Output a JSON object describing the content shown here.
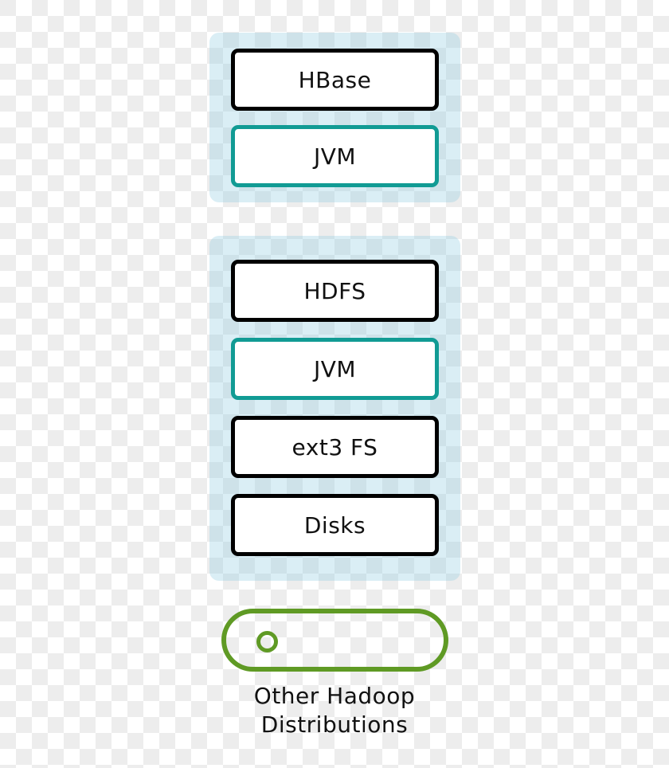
{
  "diagram": {
    "groups": [
      {
        "name": "hbase-stack",
        "layers": [
          {
            "label": "HBase",
            "style": "black"
          },
          {
            "label": "JVM",
            "style": "teal"
          }
        ]
      },
      {
        "name": "hdfs-stack",
        "layers": [
          {
            "label": "HDFS",
            "style": "black"
          },
          {
            "label": "JVM",
            "style": "teal"
          },
          {
            "label": "ext3 FS",
            "style": "black"
          },
          {
            "label": "Disks",
            "style": "black"
          }
        ]
      }
    ],
    "server_icon": "server-pill-icon",
    "caption_line1": "Other Hadoop",
    "caption_line2": "Distributions"
  },
  "colors": {
    "black_border": "#000000",
    "teal_border": "#119b94",
    "green_accent": "#5f9a24",
    "group_fill": "#d9edf4"
  }
}
